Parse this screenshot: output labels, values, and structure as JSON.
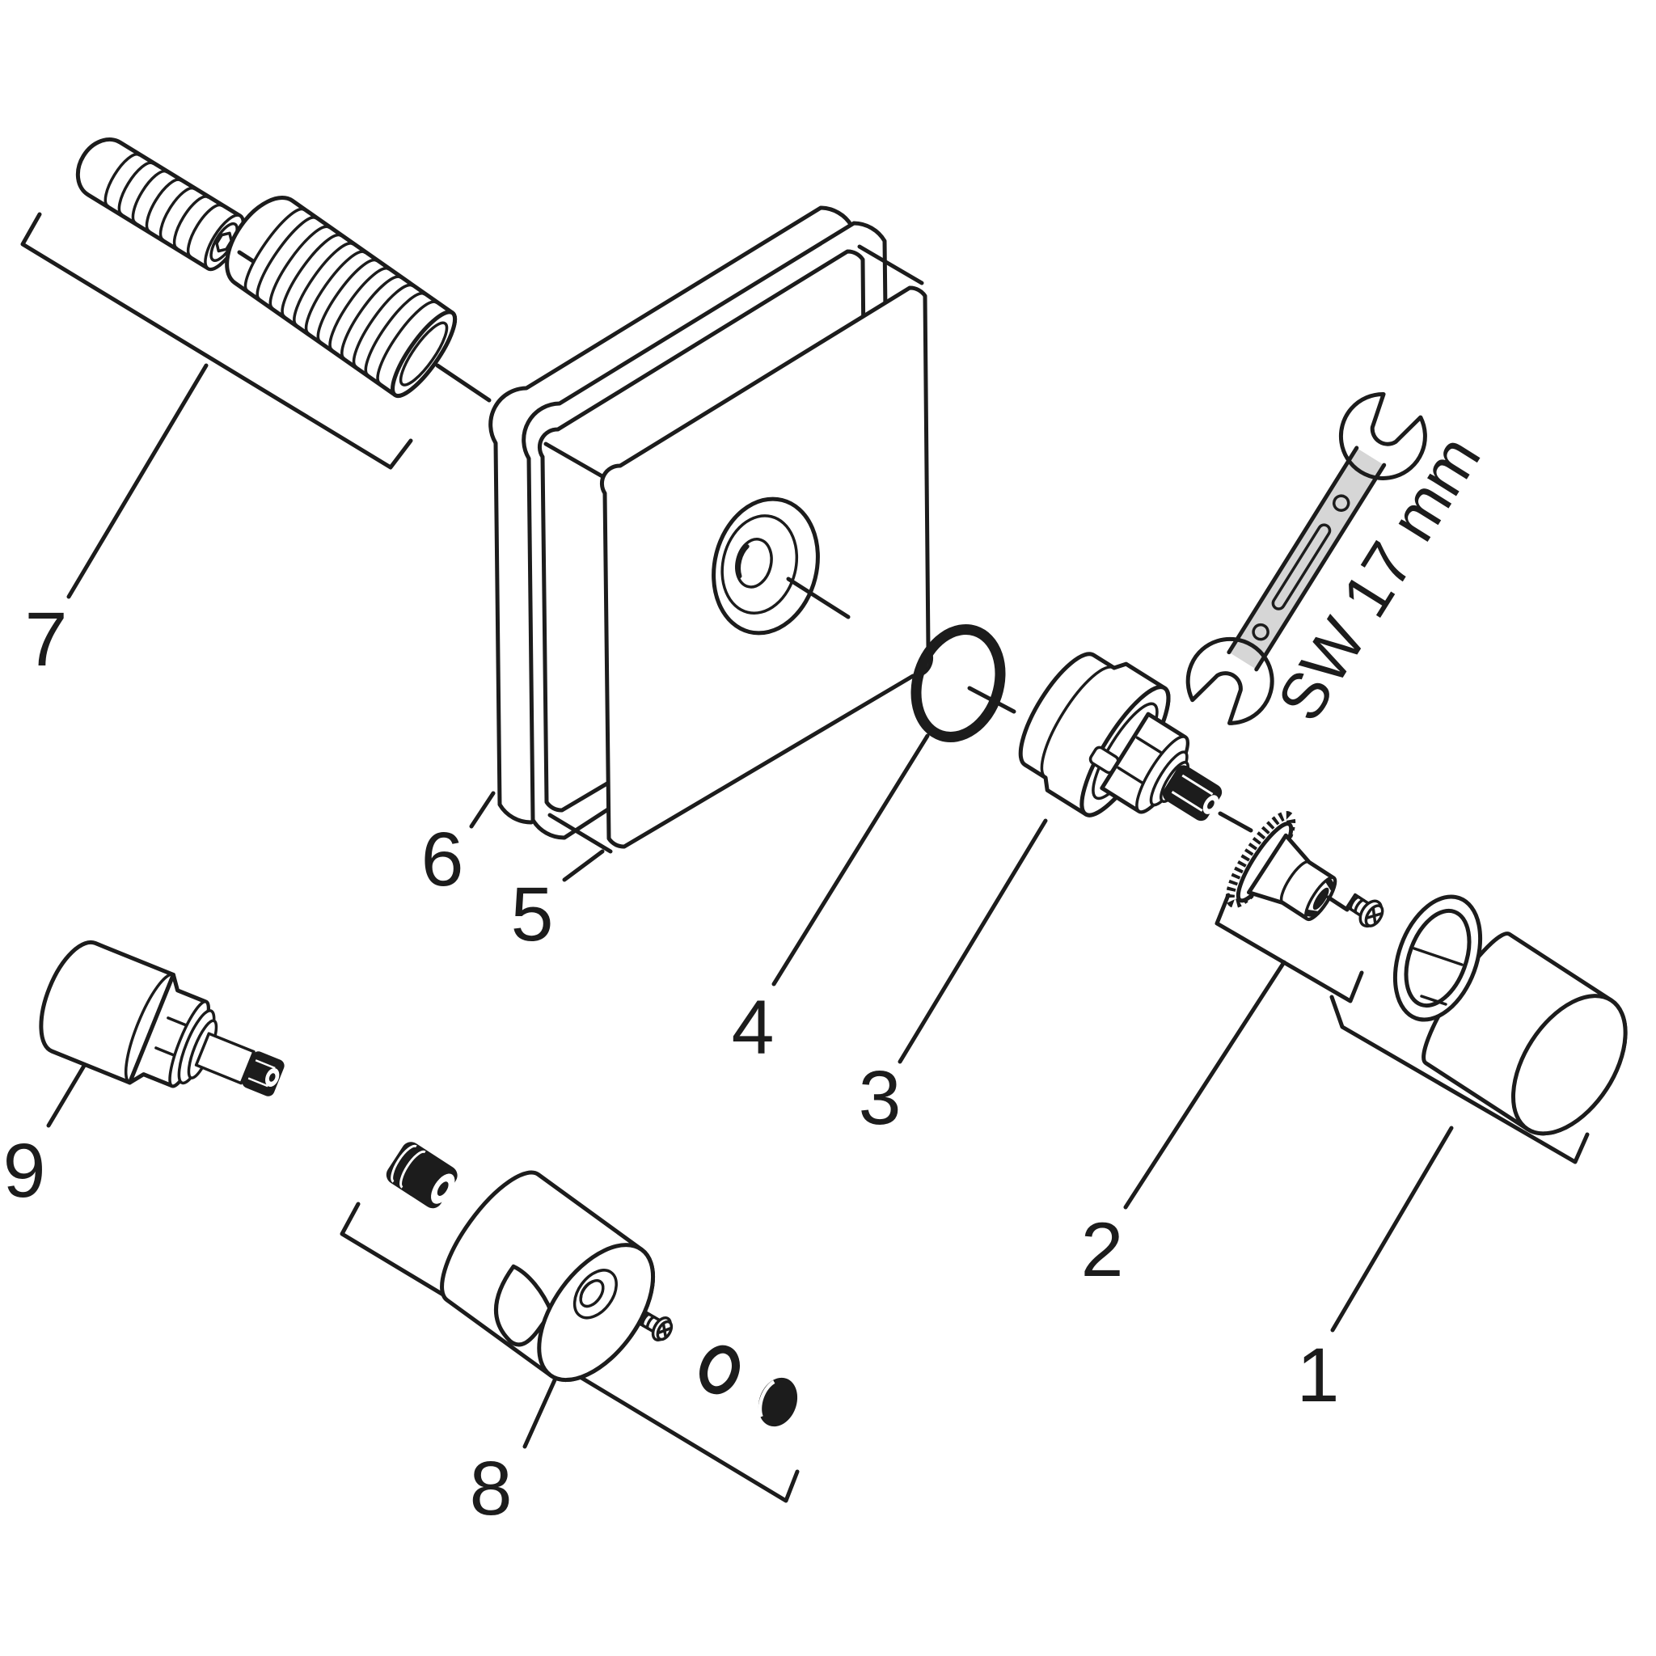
{
  "figure": {
    "kind": "exploded-parts-line-drawing",
    "background_color": "#ffffff",
    "line_color": "#1c1c1c",
    "wrench_fill_color": "#d6d6d6"
  },
  "callouts": {
    "c1": "1",
    "c2": "2",
    "c3": "3",
    "c4": "4",
    "c5": "5",
    "c6": "6",
    "c7": "7",
    "c8": "8",
    "c9": "9"
  },
  "annotations": {
    "wrench_size_label": "SW 17 mm"
  }
}
